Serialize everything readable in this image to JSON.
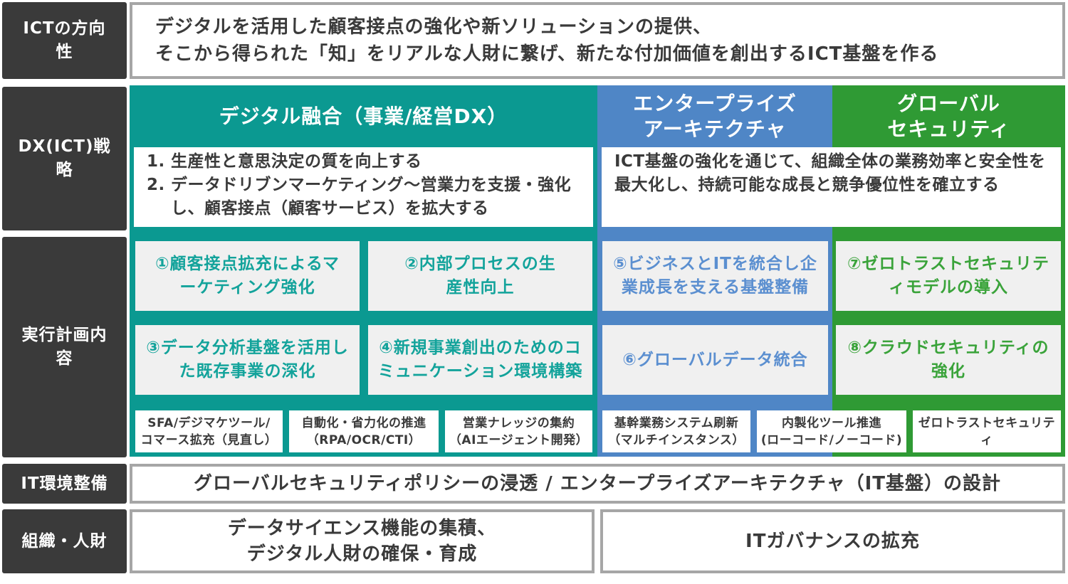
{
  "rows": {
    "direction_label": "ICTの方向性",
    "strategy_label": "DX(ICT)戦略",
    "plan_label": "実行計画内容",
    "it_env_label": "IT環境整備",
    "org_label": "組織・人財"
  },
  "vision": {
    "line1": "デジタルを活用した顧客接点の強化や新ソリューションの提供、",
    "line2": "そこから得られた「知」をリアルな人財に繋げ、新たな付加価値を創出するICT基盤を作る"
  },
  "columns": {
    "digital": "デジタル融合（事業/経営DX）",
    "enterprise_line1": "エンタープライズ",
    "enterprise_line2": "アーキテクチャ",
    "security_line1": "グローバル",
    "security_line2": "セキュリティ"
  },
  "strategy": {
    "digital_items": [
      {
        "num": "1.",
        "text": "生産性と意思決定の質を向上する"
      },
      {
        "num": "2.",
        "text": "データドリブンマーケティング～営業力を支援・強化し、顧客接点（顧客サービス）を拡大する"
      }
    ],
    "enterprise_security_text": "ICT基盤の強化を通じて、組織全体の業務効率と安全性を最大化し、持続可能な成長と競争優位性を確立する"
  },
  "plans": {
    "p1": "①顧客接点拡充によるマーケティング強化",
    "p2": "②内部プロセスの生産性向上",
    "p3": "③データ分析基盤を活用した既存事業の深化",
    "p4": "④新規事業創出のためのコミュニケーション環境構築",
    "p5": "⑤ビジネスとITを統合し企業成長を支える基盤整備",
    "p6": "⑥グローバルデータ統合",
    "p7": "⑦ゼロトラストセキュリティモデルの導入",
    "p8": "⑧クラウドセキュリティの強化"
  },
  "tools": {
    "t1_line1": "SFA/デジマケツール/",
    "t1_line2": "コマース拡充（見直し）",
    "t2_line1": "自動化・省力化の推進",
    "t2_line2": "（RPA/OCR/CTI）",
    "t3_line1": "営業ナレッジの集約",
    "t3_line2": "（AIエージェント開発）",
    "t4_line1": "基幹業務システム刷新",
    "t4_line2": "（マルチインスタンス）",
    "t5_line1": "内製化ツール推進",
    "t5_line2": "(ローコード/ノーコード)",
    "t6": "ゼロトラストセキュリティ"
  },
  "it_env": {
    "text": "グローバルセキュリティポリシーの浸透 / エンタープライズアーキテクチャ（IT基盤）の設計"
  },
  "org": {
    "left_line1": "データサイエンス機能の集積、",
    "left_line2": "デジタル人財の確保・育成",
    "right": "ITガバナンスの拡充"
  },
  "colors": {
    "label_bg": "#3a3a3a",
    "teal": "#0b9991",
    "blue": "#4f86c6",
    "green": "#2f9a34",
    "plan_bg": "#f0f0f0",
    "border": "#a6a6a6"
  }
}
